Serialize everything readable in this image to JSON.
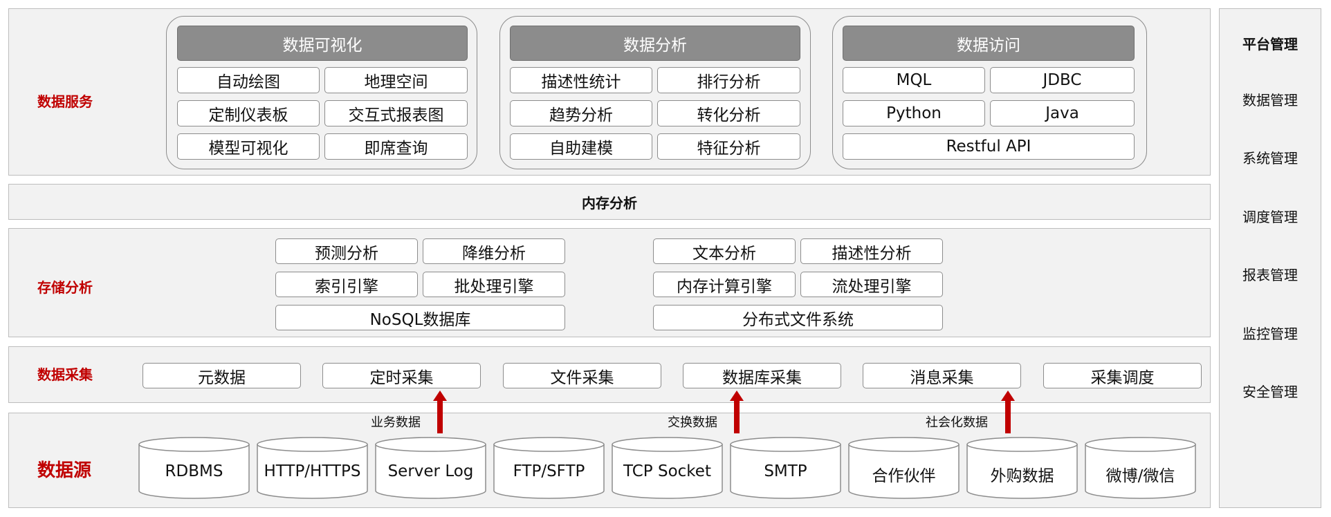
{
  "services": {
    "label": "数据服务",
    "groups": [
      {
        "title": "数据可视化",
        "items": [
          "自动绘图",
          "地理空间",
          "定制仪表板",
          "交互式报表图",
          "模型可视化",
          "即席查询"
        ]
      },
      {
        "title": "数据分析",
        "items": [
          "描述性统计",
          "排行分析",
          "趋势分析",
          "转化分析",
          "自助建模",
          "特征分析"
        ]
      },
      {
        "title": "数据访问",
        "items": [
          "MQL",
          "JDBC",
          "Python",
          "Java",
          "Restful API"
        ]
      }
    ]
  },
  "memory_analysis": {
    "label": "内存分析"
  },
  "storage": {
    "label": "存储分析",
    "left": [
      "预测分析",
      "降维分析",
      "索引引擎",
      "批处理引擎",
      "NoSQL数据库"
    ],
    "right": [
      "文本分析",
      "描述性分析",
      "内存计算引擎",
      "流处理引擎",
      "分布式文件系统"
    ]
  },
  "collection": {
    "label": "数据采集",
    "items": [
      "元数据",
      "定时采集",
      "文件采集",
      "数据库采集",
      "消息采集",
      "采集调度"
    ]
  },
  "flows": [
    "业务数据",
    "交换数据",
    "社会化数据"
  ],
  "sources": {
    "label": "数据源",
    "items": [
      "RDBMS",
      "HTTP/HTTPS",
      "Server Log",
      "FTP/SFTP",
      "TCP Socket",
      "SMTP",
      "合作伙伴",
      "外购数据",
      "微博/微信"
    ]
  },
  "platform": {
    "title": "平台管理",
    "items": [
      "数据管理",
      "系统管理",
      "调度管理",
      "报表管理",
      "监控管理",
      "安全管理"
    ]
  },
  "colors": {
    "row_label": "#c00000",
    "arrow": "#c00000",
    "header_fill": "#8c8c8c",
    "band_fill": "#f2f2f2"
  }
}
